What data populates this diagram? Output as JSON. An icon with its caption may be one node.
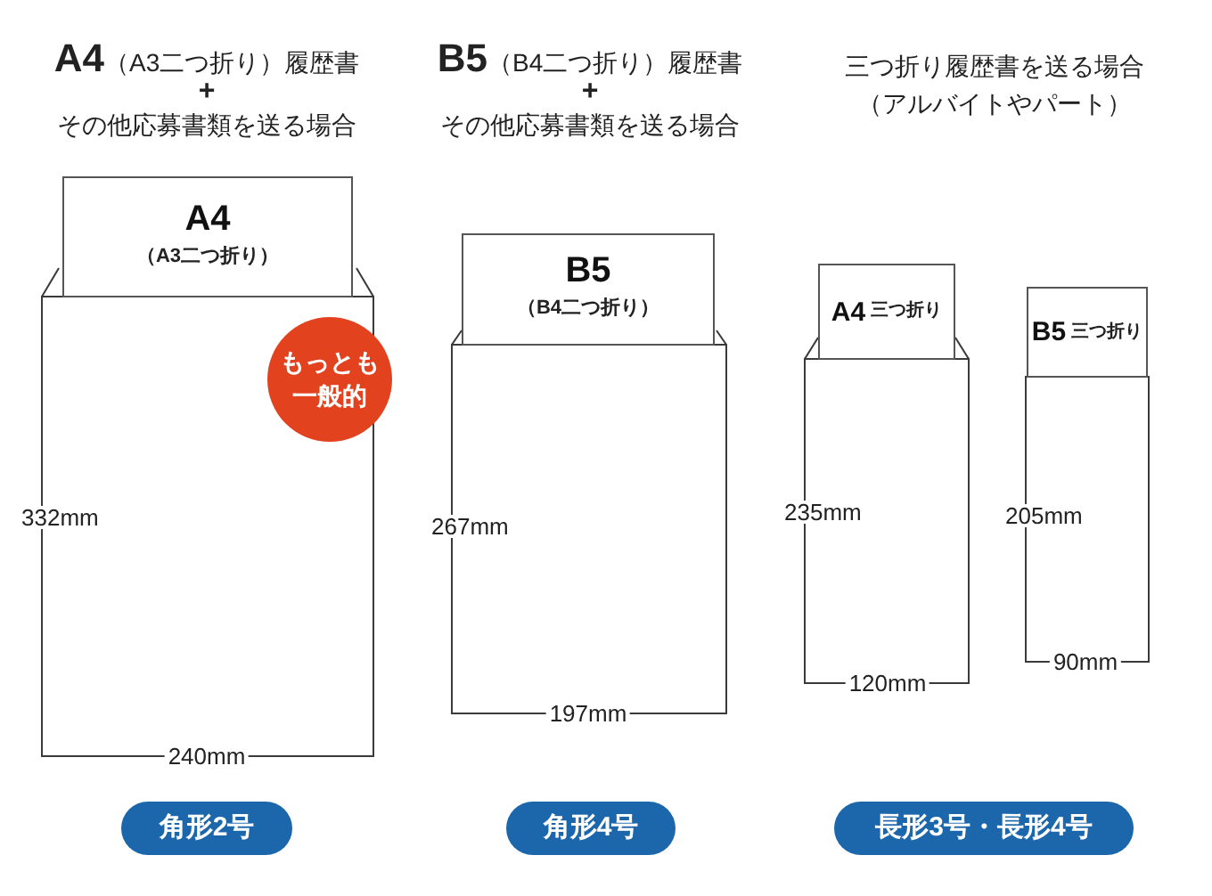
{
  "diagram": {
    "nodes": [
      {
        "text": [
          "A4",
          "（A3二つ折り）"
        ]
      },
      {
        "text": [],
        "shape": "envelope"
      },
      {
        "text": [
          "もっとも一般的"
        ]
      },
      {
        "text": [
          "角形2号"
        ]
      },
      {
        "text": [
          "B5",
          "（B4二つ折り）"
        ]
      },
      {
        "text": [],
        "shape": "envelope"
      },
      {
        "text": [
          "角形4号"
        ]
      },
      {
        "text": [
          "A4",
          "三つ折り"
        ]
      },
      {
        "text": [],
        "shape": "envelope"
      },
      {
        "text": [
          "B5",
          "三つ折り"
        ]
      },
      {
        "text": [],
        "shape": "box"
      },
      {
        "text": [
          "長形3号・長形4号"
        ]
      }
    ],
    "labels": [
      "**A4**（A3二つ折り）履歴書",
      "+",
      "その他応募書類を送る場合",
      "**B5**（B4二つ折り）履歴書",
      "+",
      "その他応募書類を送る場合",
      "三つ折り履歴書を送る場合",
      "（アルバイトやパート）",
      "332mm",
      "240mm",
      "267mm",
      "197mm",
      "235mm",
      "120mm",
      "205mm",
      "90mm"
    ]
  }
}
